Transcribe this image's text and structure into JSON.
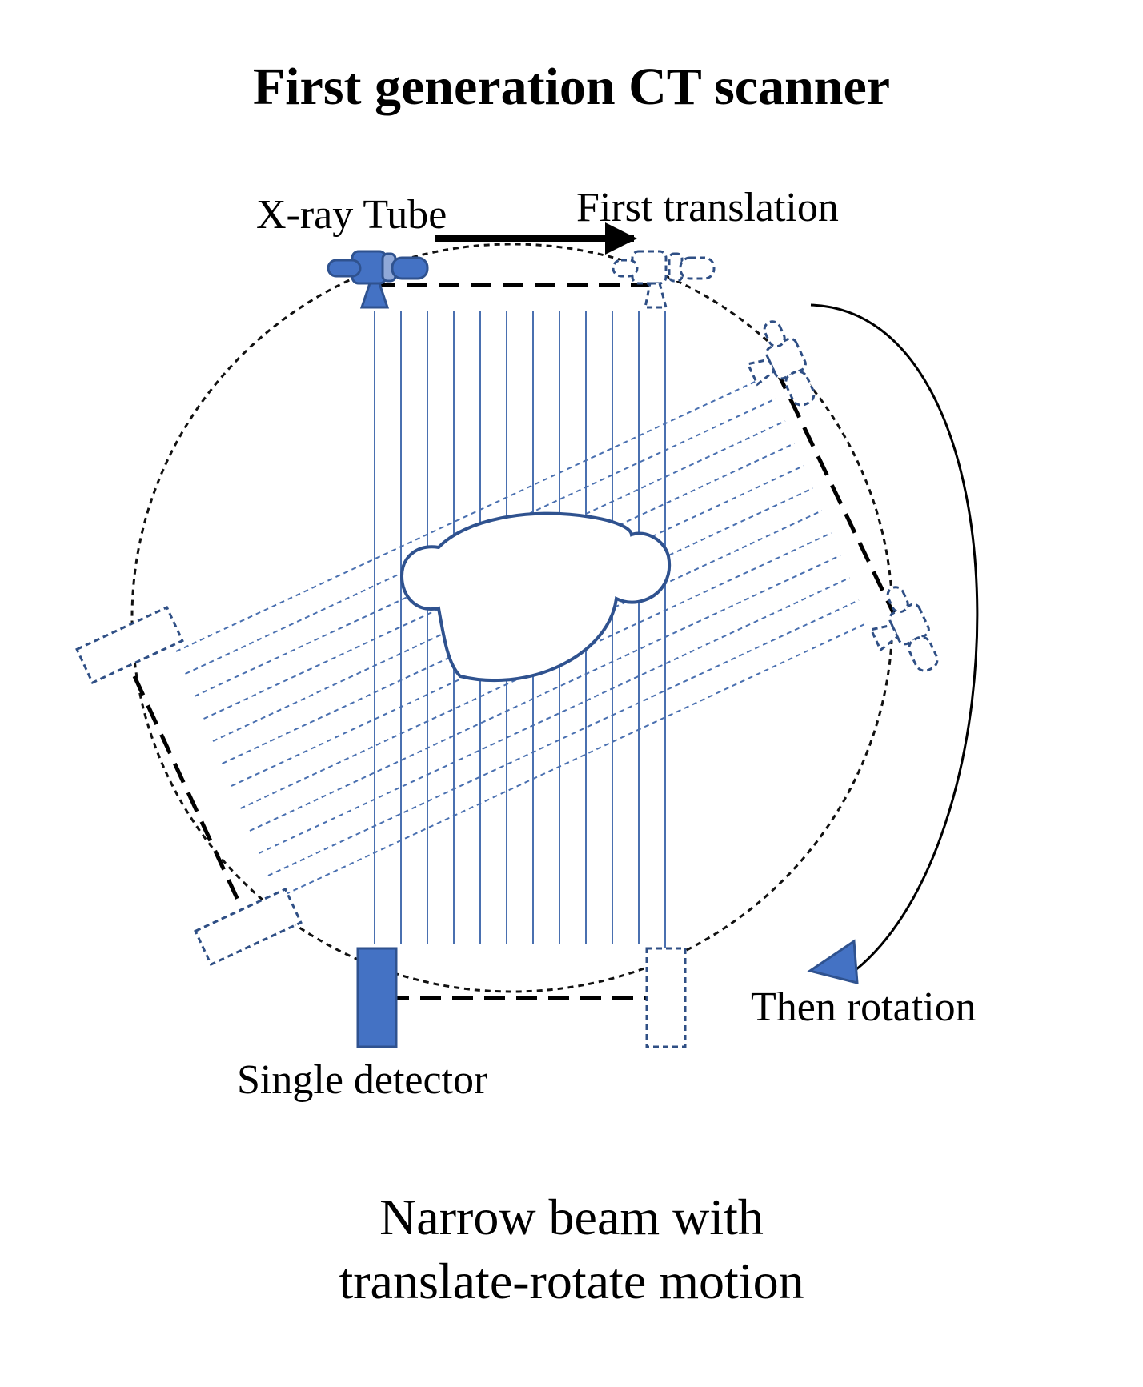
{
  "title": "First generation CT scanner",
  "labels": {
    "xray_tube": "X-ray Tube",
    "first_translation": "First translation",
    "then_rotation": "Then rotation",
    "single_detector": "Single detector"
  },
  "caption": {
    "line1": "Narrow beam with",
    "line2": "translate-rotate motion"
  },
  "icons": {
    "tube": "xray-tube-icon",
    "detector": "detector-icon",
    "phantom": "head-phantom-icon"
  },
  "colors": {
    "component_blue": "#4472c4",
    "component_outline": "#2f528f",
    "beam_line": "#4a70b0",
    "ghost_outline": "#2f4f85"
  }
}
